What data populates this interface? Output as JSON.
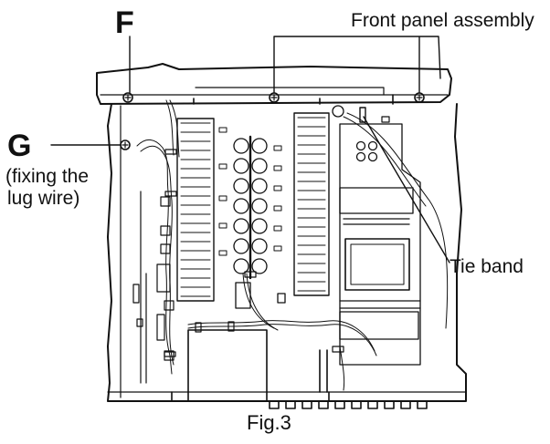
{
  "figure": {
    "caption": "Fig.3",
    "labels": {
      "screw_f": "F",
      "screw_g": "G",
      "screw_g_note_line1": "(fixing the",
      "screw_g_note_line2": "lug wire)",
      "front_panel": "Front panel assembly",
      "tie_band": "Tie band"
    }
  },
  "colors": {
    "line": "#111111",
    "background": "#ffffff"
  }
}
